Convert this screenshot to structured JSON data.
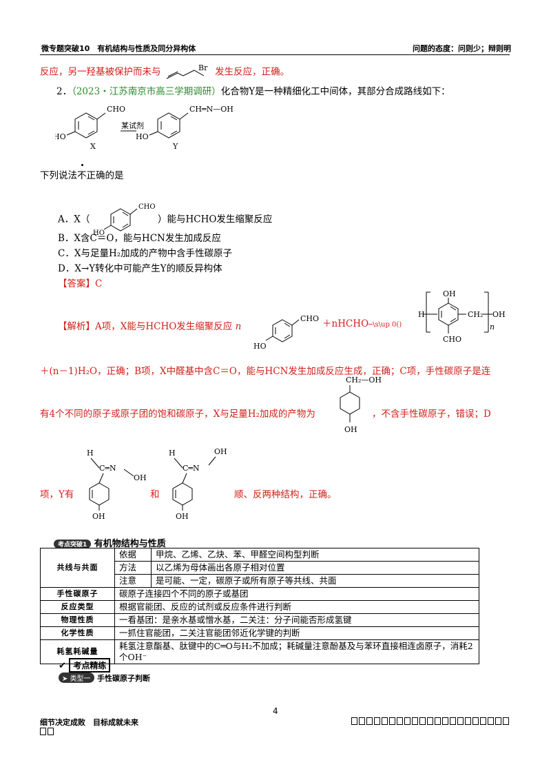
{
  "header": {
    "left": "微专题突破10　有机结构与性质及同分异构体",
    "right": "问题的态度：问则少；辩则明"
  },
  "intro": {
    "pre": "反应，另一羟基被保护而未与",
    "br_label": "Br",
    "post": "发生反应，正确。"
  },
  "question": {
    "number": "2．",
    "source": "（2023・江苏南京市高三学期调研）",
    "text": "化合物Y是一种精细化工中间体，其部分合成路线如下：",
    "x_label": "X",
    "y_label": "Y",
    "x_cho": "CHO",
    "x_ho": "HO",
    "y_oxime": "CH═N—OH",
    "y_ho": "HO",
    "y_arrow_text": "某试剂",
    "stem_pre": "下列说法",
    "stem_dot": "不",
    "stem_post": "正确的是",
    "options": [
      {
        "pre": "A．X（",
        "post": "）能与HCHO发生缩聚反应"
      },
      {
        "text": "B．X含C＝O，能与HCN发生加成反应"
      },
      {
        "text": "C．X与足量H₂加成的产物中含手性碳原子"
      },
      {
        "text": "D．X→Y转化中可能产生Y的顺反异构体"
      }
    ]
  },
  "answer": {
    "label": "【答案】",
    "value": "C"
  },
  "analysis": {
    "label": "【解析】",
    "line1_pre": "A项，X能与HCHO发生缩聚反应",
    "line1_n": "n",
    "line1_mid": "＋nHCHO",
    "line1_eq": "─\\s\\up 0()",
    "poly_oh_top": "OH",
    "poly_h": "H",
    "poly_ch2": "CH₂",
    "poly_oh_end": "OH",
    "poly_cho": "CHO",
    "poly_n": "n",
    "line2": "＋(n－1)H₂O，正确；B项，X中醛基中含C＝O，能与HCN发生加成反应生成，正确；C项，手性碳原子是连",
    "line3_pre": "有4个不同的原子或原子团的饱和碳原子，X与足量H₂加成的产物为",
    "line3_post": "，不含手性碳原子，错误；D",
    "cyc_top": "CH₂—OH",
    "cyc_bottom": "OH",
    "line4_pre": "项，Y有",
    "line4_mid": "和",
    "line4_post": "顺、反两种结构，正确。",
    "iso_h": "H",
    "iso_cn": "C═N",
    "iso_oh": "OH"
  },
  "section": {
    "badge": "考点突破1",
    "title": "有机物结构与性质"
  },
  "table": [
    {
      "cat": "共线与共面",
      "sub": "依据",
      "text": "甲烷、乙烯、乙炔、苯、甲醛空间构型判断"
    },
    {
      "cat": "",
      "sub": "方法",
      "text": "以乙烯为母体画出各原子相对位置"
    },
    {
      "cat": "",
      "sub": "注意",
      "text": "是可能、一定，碳原子或所有原子等共线、共面"
    },
    {
      "cat": "手性碳原子",
      "text": "碳原子连接四个不同的原子或基团"
    },
    {
      "cat": "反应类型",
      "text": "根据官能团、反应的试剂或反应条件进行判断"
    },
    {
      "cat": "物理性质",
      "text": "一看基团：是亲水基或憎水基，二关注：分子间能否形成氢键"
    },
    {
      "cat": "化学性质",
      "text": "一抓住官能团，二关注官能团邻近化学键的判断"
    },
    {
      "cat": "耗氢耗碱量",
      "text": "耗氢注意酯基、肽键中的C═O与H₂不加成；耗碱量注意酚基及与苯环直接相连卤原子，消耗2个OH⁻"
    }
  ],
  "practice": {
    "badge": "考点精练",
    "type_badge": "类型一",
    "type_title": "手性碳原子判断"
  },
  "page_number": "4",
  "footer": {
    "left": "细节决定成败　目标成就未来",
    "left2": "",
    "right": ""
  }
}
